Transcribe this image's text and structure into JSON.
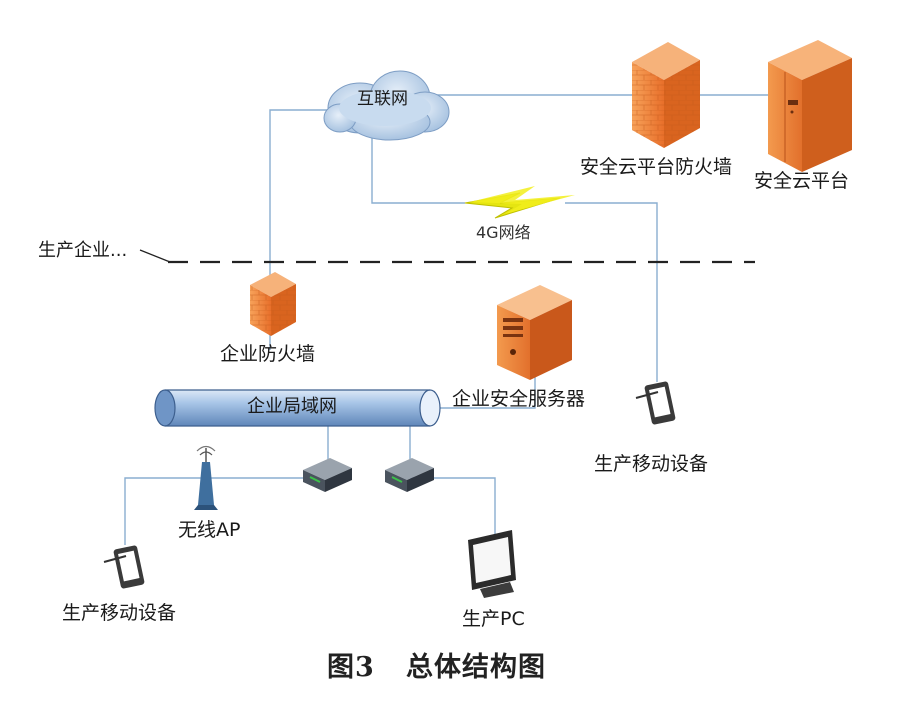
{
  "labels": {
    "internet": "互联网",
    "cloud_firewall": "安全云平台防火墙",
    "cloud_platform": "安全云平台",
    "network_4g": "4G网络",
    "enterprise_boundary": "生产企业...",
    "enterprise_firewall": "企业防火墙",
    "enterprise_lan": "企业局域网",
    "security_server": "企业安全服务器",
    "mobile_device_right": "生产移动设备",
    "wireless_ap": "无线AP",
    "mobile_device_left": "生产移动设备",
    "production_pc": "生产PC"
  },
  "caption": {
    "number": "图3",
    "title": "总体结构图"
  },
  "colors": {
    "link_line": "#8aaed0",
    "cloud": "#bcd3ea",
    "firewall": "#f08a3c",
    "server": "#e8742a",
    "lan_pipe": "#7ea6d6",
    "lightning": "#e5e511"
  }
}
